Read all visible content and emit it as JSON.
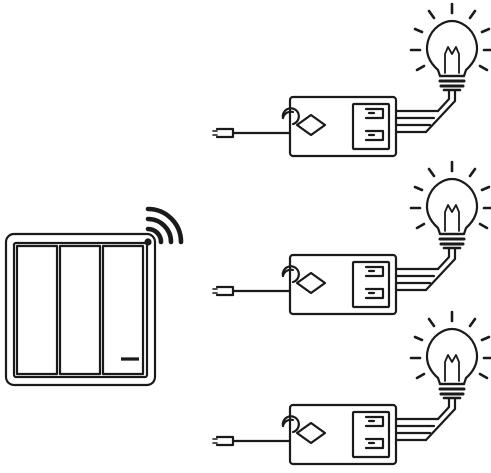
{
  "figure": {
    "kind": "wireless-switch-wiring",
    "stroke_color": "#1a1a1a",
    "background": "#ffffff"
  },
  "switch": {
    "gangs": 3,
    "icon": "triple-rocker-wall-switch",
    "indicator": "led-indicator-icon"
  },
  "wireless_signal": {
    "icon": "wifi-signal-icon",
    "arcs": 3
  },
  "receivers": [
    {
      "id": "receiver-1",
      "icon": "relay-receiver-icon",
      "load_icon": "light-bulb-icon",
      "state": "on"
    },
    {
      "id": "receiver-2",
      "icon": "relay-receiver-icon",
      "load_icon": "light-bulb-icon",
      "state": "on"
    },
    {
      "id": "receiver-3",
      "icon": "relay-receiver-icon",
      "load_icon": "light-bulb-icon",
      "state": "on"
    }
  ]
}
